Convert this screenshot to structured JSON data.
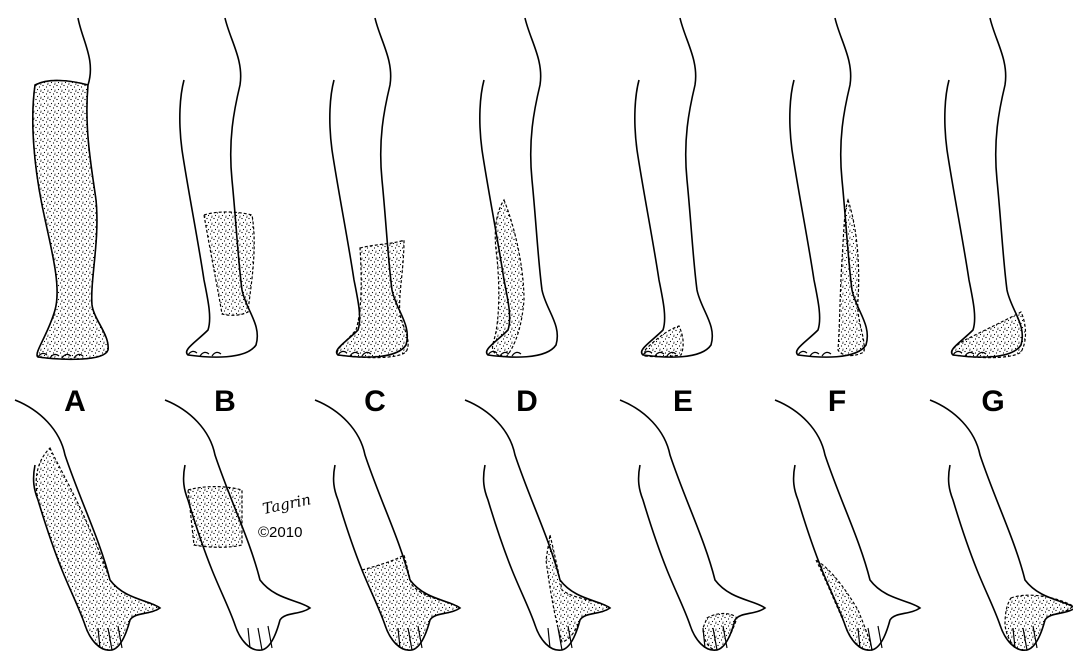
{
  "figure": {
    "panel_labels": [
      "A",
      "B",
      "C",
      "D",
      "E",
      "F",
      "G"
    ],
    "signature": "Tagrin",
    "copyright": "©2010",
    "colors": {
      "line": "#000000",
      "stipple": "#000000",
      "background": "#ffffff"
    }
  }
}
